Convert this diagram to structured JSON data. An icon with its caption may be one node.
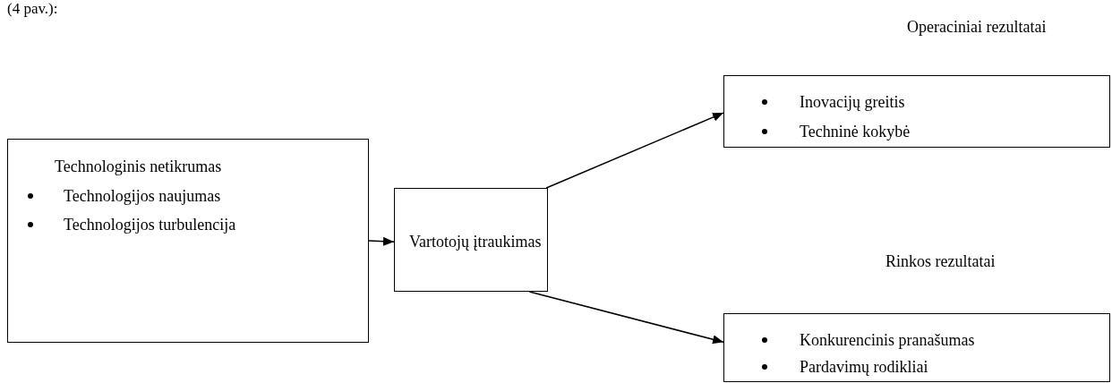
{
  "diagram": {
    "nodes": [
      {
        "text": [
          "Technologinis netikrumas",
          "Technologijos naujumas",
          "Technologijos turbulencija"
        ]
      },
      {
        "text": [
          "Vartotojų įtraukimas"
        ]
      },
      {
        "text": [
          "Operaciniai rezultatai",
          "Inovacijų greitis",
          "Techninė kokybė"
        ]
      },
      {
        "text": [
          "Rinkos rezultatai",
          "Konkurencinis pranašumas",
          "Pardavimų rodikliai"
        ]
      }
    ],
    "edges": [
      {
        "from": 0,
        "to": 1,
        "arrow": "to"
      },
      {
        "from": 1,
        "to": 2,
        "arrow": "to"
      },
      {
        "from": 1,
        "to": 3,
        "arrow": "to"
      }
    ],
    "labels": [
      "(4 pav.):"
    ]
  }
}
